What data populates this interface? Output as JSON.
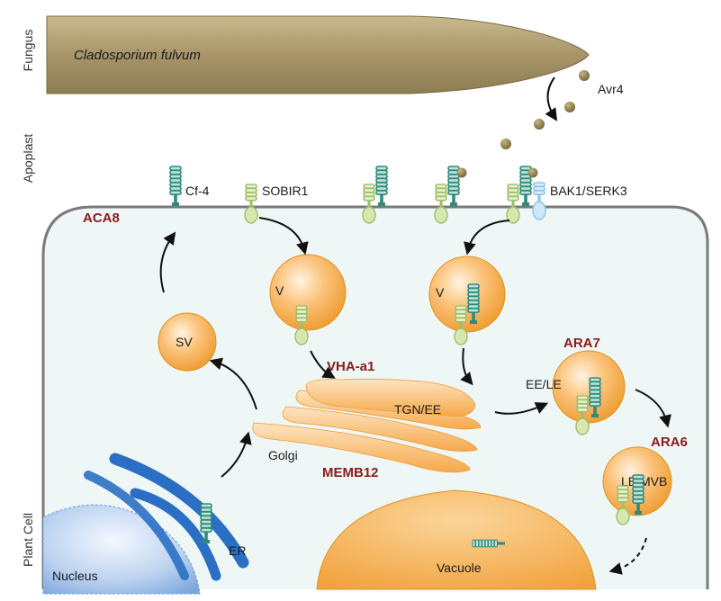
{
  "side_labels": {
    "fungus": "Fungus",
    "apoplast": "Apoplast",
    "plant_cell": "Plant Cell"
  },
  "fungus_name": "Cladosporium fulvum",
  "labels": {
    "avr4": "Avr4",
    "cf4": "Cf-4",
    "sobir1": "SOBIR1",
    "bak1": "BAK1/SERK3",
    "v1": "V",
    "v2": "V",
    "sv": "SV",
    "tgn_ee": "TGN/EE",
    "golgi": "Golgi",
    "ee_le": "EE/LE",
    "le_mvb": "LE/MVB",
    "er": "ER",
    "nucleus": "Nucleus",
    "vacuole": "Vacuole"
  },
  "markers": {
    "aca8": "ACA8",
    "vha_a1": "VHA-a1",
    "memb12": "MEMB12",
    "ara7": "ARA7",
    "ara6": "ARA6"
  },
  "colors": {
    "fungus": "#a8956a",
    "cell_fill": "#eef7f5",
    "cell_border": "#7a7a7a",
    "vesicle": "#f6a73e",
    "receptor_teal": "#2e8b7a",
    "receptor_green": "#9fbf6a",
    "bak1": "#8fc4e8",
    "er": "#2a6fc4",
    "marker_text": "#8b1a1a",
    "avr4": "#8a7a48"
  }
}
